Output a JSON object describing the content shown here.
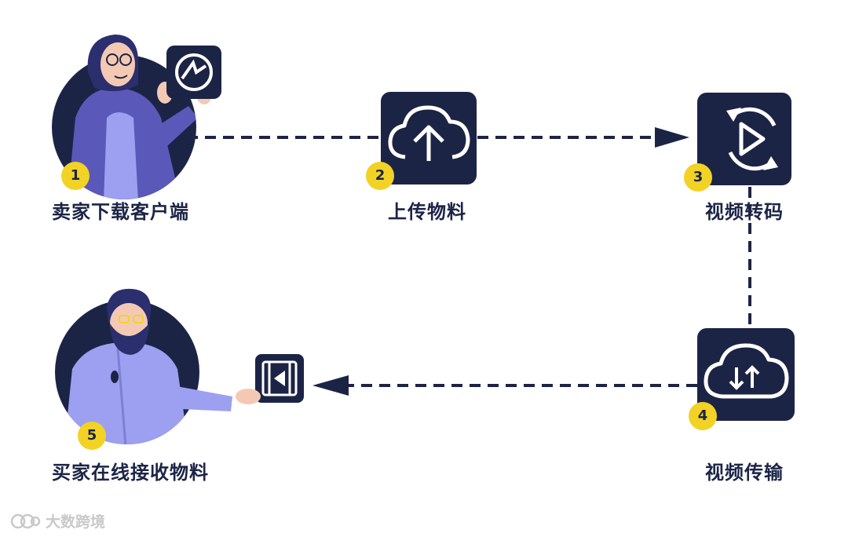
{
  "colors": {
    "navy": "#1c2446",
    "purple": "#5a58b8",
    "lavender": "#9da0f0",
    "yellow": "#f2d225",
    "skin": "#f4c9b4"
  },
  "steps": [
    {
      "number": "1",
      "label": "卖家下载客户端",
      "icon": "seller-person-with-app-icon"
    },
    {
      "number": "2",
      "label": "上传物料",
      "icon": "cloud-upload-icon"
    },
    {
      "number": "3",
      "label": "视频转码",
      "icon": "video-transcode-icon"
    },
    {
      "number": "4",
      "label": "视频传输",
      "icon": "cloud-transfer-icon"
    },
    {
      "number": "5",
      "label": "买家在线接收物料",
      "icon": "buyer-person-icon"
    }
  ],
  "watermark": {
    "text": "大数跨境",
    "icon": "brand-logo-icon"
  }
}
